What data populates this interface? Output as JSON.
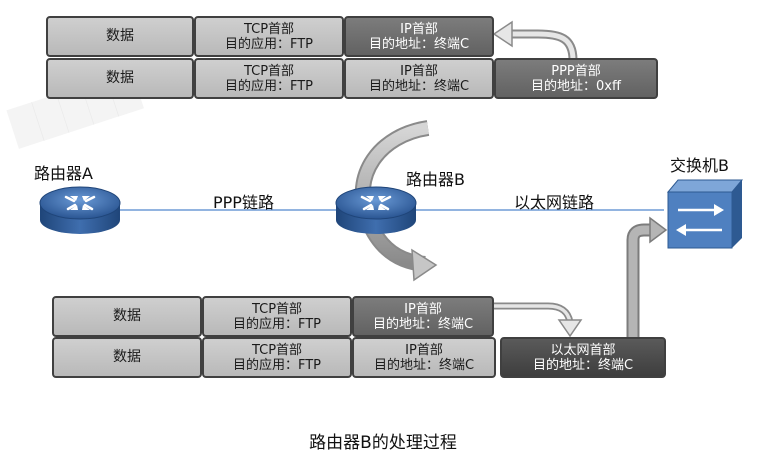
{
  "top_rows": [
    {
      "data": "数据",
      "tcp_title": "TCP首部",
      "tcp_detail": "目的应用：FTP",
      "ip_title": "IP首部",
      "ip_detail": "目的地址：终端C"
    },
    {
      "data": "数据",
      "tcp_title": "TCP首部",
      "tcp_detail": "目的应用：FTP",
      "ip_title": "IP首部",
      "ip_detail": "目的地址：终端C",
      "l2_title": "PPP首部",
      "l2_detail": "目的地址：0xff"
    }
  ],
  "bottom_rows": [
    {
      "data": "数据",
      "tcp_title": "TCP首部",
      "tcp_detail": "目的应用：FTP",
      "ip_title": "IP首部",
      "ip_detail": "目的地址：终端C"
    },
    {
      "data": "数据",
      "tcp_title": "TCP首部",
      "tcp_detail": "目的应用：FTP",
      "ip_title": "IP首部",
      "ip_detail": "目的地址：终端C",
      "l2_title": "以太网首部",
      "l2_detail": "目的地址：终端C"
    }
  ],
  "devices": {
    "router_a": "路由器A",
    "router_b": "路由器B",
    "switch_b": "交换机B"
  },
  "links": {
    "ppp": "PPP链路",
    "ethernet": "以太网链路"
  },
  "caption": "路由器B的处理过程",
  "colors": {
    "link_line": "#6f9bd6",
    "router_fill": "#2f5d9a",
    "switch_fill": "#4f80c0",
    "arrow_fill": "#9a9a9a"
  }
}
